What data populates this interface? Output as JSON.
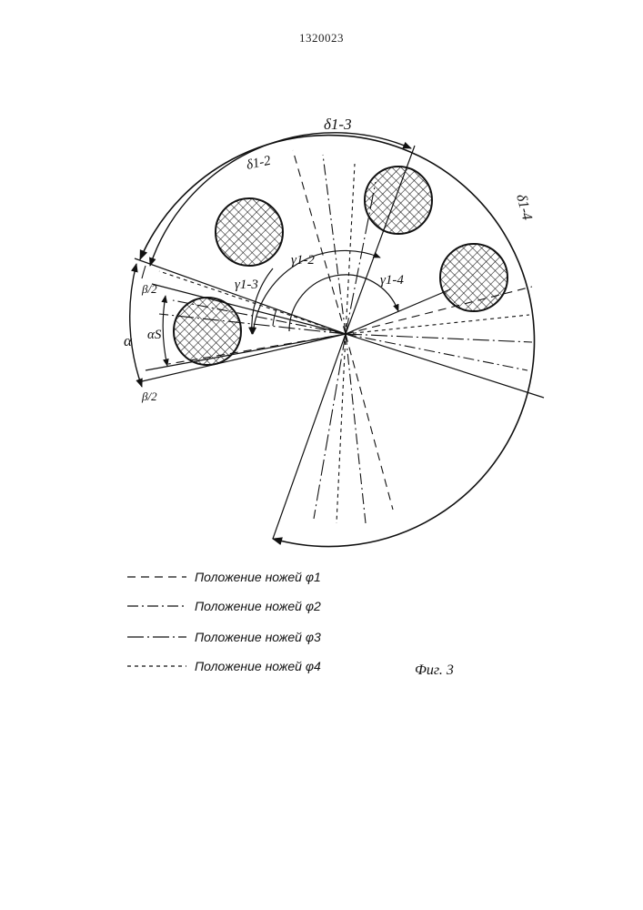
{
  "page_number": "1320023",
  "figure_label": "Фиг. 3",
  "angle_labels": {
    "delta_1_3": "δ1-3",
    "delta_1_2": "δ1-2",
    "delta_1_4": "δ1-4",
    "gamma_1_2": "γ1-2",
    "gamma_1_3": "γ1-3",
    "gamma_1_4": "γ1-4",
    "beta_half_top": "β/2",
    "beta_half_bottom": "β/2",
    "alpha": "α",
    "alpha_s": "αS"
  },
  "legend": [
    {
      "style": "dashed",
      "text": "Положение ножей φ1"
    },
    {
      "style": "dash-dot",
      "text": "Положение ножей φ2"
    },
    {
      "style": "long-dash-dot",
      "text": "Положение ножей φ3"
    },
    {
      "style": "short-dashed",
      "text": "Положение ножей φ4"
    }
  ],
  "colors": {
    "ink": "#111111",
    "background": "#ffffff"
  }
}
